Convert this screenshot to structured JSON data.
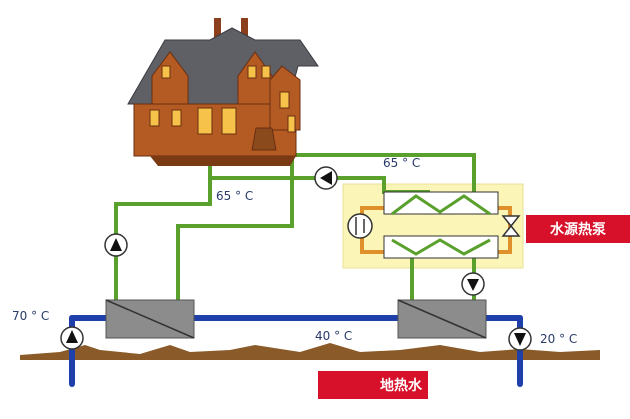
{
  "labels": {
    "temp_house_top": "65 ° C",
    "temp_house_left": "65 ° C",
    "temp_inlet": "70 ° C",
    "temp_mid": "40 ° C",
    "temp_outlet": "20 ° C",
    "heat_pump": "水源热泵",
    "geothermal": "地热水"
  },
  "colors": {
    "green_pipe": "#5aa02c",
    "blue_pipe": "#1f3faa",
    "orange_pipe": "#e0902a",
    "hp_background": "#fbf6b8",
    "tag_red": "#d7112a",
    "ground": "#8a5a28"
  }
}
